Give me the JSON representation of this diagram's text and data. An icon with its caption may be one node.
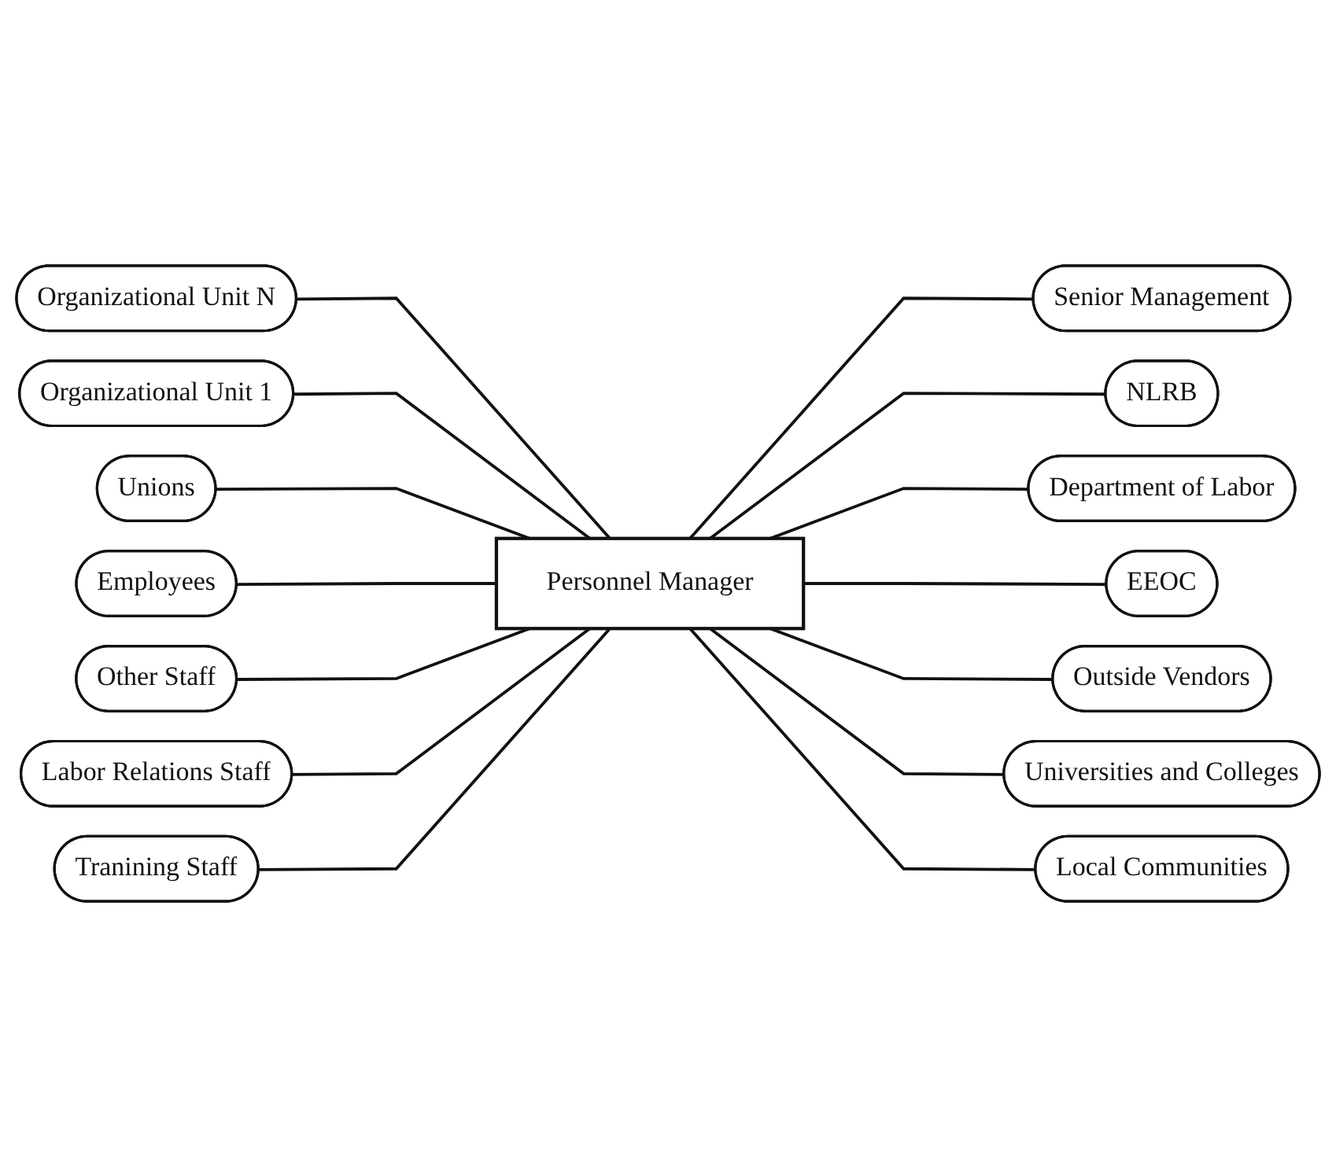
{
  "diagram": {
    "nodes": [
      {
        "text": [
          "Personnel Manager"
        ]
      },
      {
        "text": [
          "Organizational Unit 1"
        ]
      },
      {
        "text": [
          "Senior Management"
        ]
      },
      {
        "text": [
          "NLRB"
        ]
      },
      {
        "text": [
          "Organizational Unit N"
        ]
      },
      {
        "text": [
          "Department of Labor"
        ]
      },
      {
        "text": [
          "Tranining Staff"
        ]
      },
      {
        "text": [
          "EEOC"
        ]
      },
      {
        "text": [
          "Labor Relations Staff"
        ]
      },
      {
        "text": [
          "Outside Vendors"
        ]
      },
      {
        "text": [
          "Other Staff"
        ]
      },
      {
        "text": [
          "Universities and Colleges"
        ]
      },
      {
        "text": [
          "Employees"
        ]
      },
      {
        "text": [
          "Unions"
        ]
      },
      {
        "text": [
          "Local Communities"
        ]
      }
    ],
    "edges": [
      {
        "from": 4,
        "to": 0,
        "arrow": "none"
      },
      {
        "from": 1,
        "to": 0,
        "arrow": "none"
      },
      {
        "from": 0,
        "to": 2,
        "arrow": "none"
      },
      {
        "from": 0,
        "to": 3,
        "arrow": "none"
      },
      {
        "from": 0,
        "to": 5,
        "arrow": "none"
      },
      {
        "from": 0,
        "to": 7,
        "arrow": "none"
      },
      {
        "from": 0,
        "to": 9,
        "arrow": "none"
      },
      {
        "from": 0,
        "to": 11,
        "arrow": "none"
      },
      {
        "from": 0,
        "to": 14,
        "arrow": "none"
      },
      {
        "from": 13,
        "to": 0,
        "arrow": "none"
      },
      {
        "from": 12,
        "to": 0,
        "arrow": "none"
      },
      {
        "from": 10,
        "to": 0,
        "arrow": "none"
      },
      {
        "from": 8,
        "to": 0,
        "arrow": "none"
      },
      {
        "from": 6,
        "to": 0,
        "arrow": "none"
      }
    ]
  }
}
